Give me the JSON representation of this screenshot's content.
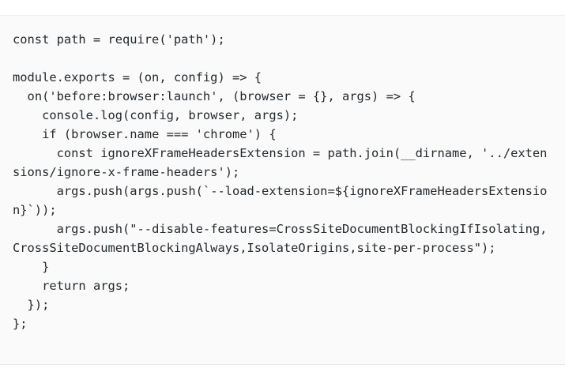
{
  "page": {
    "background_color": "#ffffff"
  },
  "code_block": {
    "language": "javascript",
    "background_color": "#fafafa",
    "border_color": "#ededed",
    "text_color": "#24292e",
    "filename_hint": "cypress plugins index.js",
    "content": "const path = require('path');\n\nmodule.exports = (on, config) => {\n  on('before:browser:launch', (browser = {}, args) => {\n    console.log(config, browser, args);\n    if (browser.name === 'chrome') {\n      const ignoreXFrameHeadersExtension = path.join(__dirname, '../extensions/ignore-x-frame-headers');\n      args.push(args.push(`--load-extension=${ignoreXFrameHeadersExtension}`));\n      args.push(\"--disable-features=CrossSiteDocumentBlockingIfIsolating,CrossSiteDocumentBlockingAlways,IsolateOrigins,site-per-process\");\n    }\n    return args;\n  });\n};",
    "lines": [
      "const path = require('path');",
      "",
      "module.exports = (on, config) => {",
      "  on('before:browser:launch', (browser = {}, args) => {",
      "    console.log(config, browser, args);",
      "    if (browser.name === 'chrome') {",
      "      const ignoreXFrameHeadersExtension = path.join(__dirname, '../extensions/ignore-x-frame-headers');",
      "      args.push(args.push(`--load-extension=${ignoreXFrameHeadersExtension}`));",
      "      args.push(\"--disable-features=CrossSiteDocumentBlockingIfIsolating,CrossSiteDocumentBlockingAlways,IsolateOrigins,site-per-process\");",
      "    }",
      "    return args;",
      "  });",
      "};"
    ]
  }
}
